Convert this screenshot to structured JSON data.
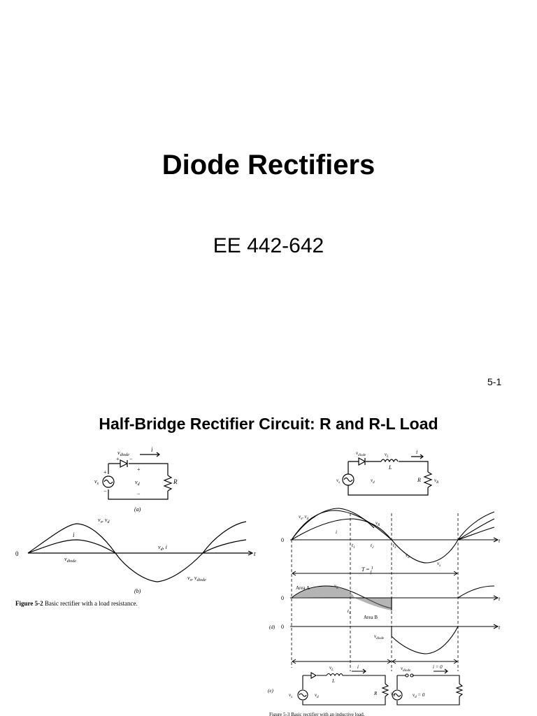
{
  "slide1": {
    "title": "Diode Rectifiers",
    "subtitle": "EE 442-642",
    "page_number": "5-1"
  },
  "slide2": {
    "title": "Half-Bridge Rectifier Circuit:  R  and R-L Load",
    "left_figure": {
      "circuit_label": "(a)",
      "waveform_label": "(b)",
      "caption_prefix": "Figure 5-2",
      "caption_text": "Basic rectifier with a load resistance.",
      "labels": {
        "vdiode": "v",
        "vdiode_sub": "diode",
        "vs": "v",
        "vs_sub": "s",
        "vd": "v",
        "vd_sub": "d",
        "R": "R",
        "i": "i",
        "plus": "+",
        "minus": "−",
        "zero": "0",
        "t": "t",
        "vs_vd": "v",
        "vd_i": "v",
        "vs_vdiode": "v"
      }
    },
    "right_figure": {
      "labels": {
        "vdiode": "v",
        "vL": "v",
        "L": "L",
        "R": "R",
        "vR": "v",
        "i": "i",
        "vs": "v",
        "vd": "v",
        "zero": "0",
        "t": "t",
        "t1": "t",
        "t2": "t",
        "t3": "t",
        "period": "T = ",
        "period_num": "1",
        "period_den": "f",
        "area_a": "Area A",
        "area_b": "Area B",
        "d_label": "(d)",
        "e_label": "(e)",
        "i_zero": "i = 0",
        "vd_zero": "v",
        "vd_zero_rest": " = 0"
      }
    }
  }
}
